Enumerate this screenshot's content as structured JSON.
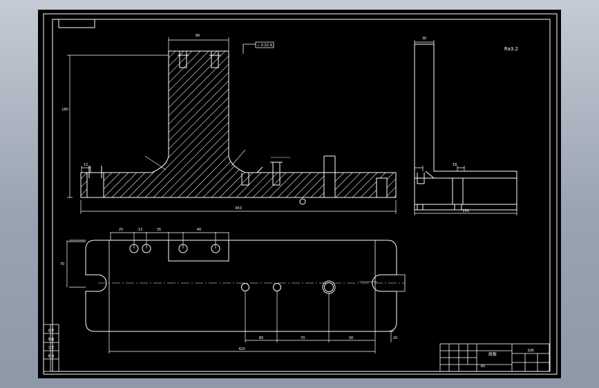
{
  "drawing": {
    "roughness_note": "Ra3.2",
    "datum_callout": "⊥ 0.02 A",
    "title_block": {
      "part_name": "底板",
      "scale_label": "比例",
      "material": "45",
      "rows": [
        "设计",
        "审核",
        "工艺",
        "批准"
      ]
    },
    "dims": {
      "front_width": "450",
      "front_height": "180",
      "upright_width": "90",
      "top_view_length": "420",
      "top_view_height": "70",
      "side_width": "150",
      "side_top": "30",
      "slot_len": "30",
      "hole_spacing_1": "40",
      "hole_spacing_2": "80",
      "hole_spacing_3": "70",
      "bottom_small": "20",
      "left_spacing": "25",
      "mid_spacing": "35",
      "top_small": "13",
      "small_a": "12",
      "small_b": "18"
    }
  }
}
